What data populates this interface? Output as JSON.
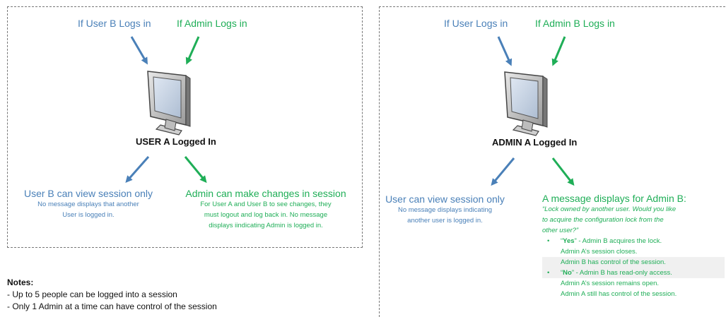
{
  "colors": {
    "blue": "#4a80b8",
    "green": "#1fae57",
    "border": "#777777"
  },
  "left_panel": {
    "top_blue": "If User B Logs in",
    "top_green": "If Admin Logs in",
    "computer_icon": "computer-monitor-icon",
    "center_label": "USER A Logged In",
    "bottom_blue_title": "User B can view session only",
    "bottom_blue_lines": [
      "No message displays that another",
      "User is logged in."
    ],
    "bottom_green_title": "Admin can make changes in session",
    "bottom_green_lines": [
      "For User A and User B to see changes, they",
      "must logout and log back in.  No message",
      "displays iindicating Admin is logged in."
    ]
  },
  "right_panel": {
    "top_blue": "If User Logs in",
    "top_green": "If Admin B Logs in",
    "computer_icon": "computer-monitor-icon",
    "center_label": "ADMIN A Logged In",
    "bottom_blue_title": "User can view session only",
    "bottom_blue_lines": [
      "No message displays indicating",
      "another user is logged in."
    ],
    "bottom_green_title": "A message displays for Admin B:",
    "message_lines": [
      "“Lock owned by another user.  Would you like",
      "to acquire the configuration lock from the",
      "other user?”"
    ],
    "bullets": [
      {
        "dot": "•",
        "quote_open": "“",
        "keyword": "Yes",
        "rest": "” - Admin B acquires the lock.",
        "lines": [
          "Admin A’s session closes.",
          "Admin B has control of the session."
        ]
      },
      {
        "dot": "•",
        "quote_open": "“",
        "keyword": "No",
        "rest": "” - Admin B has read-only access.",
        "lines": [
          "Admin A’s session remains open.",
          "Admin A still has control of the session."
        ]
      }
    ]
  },
  "notes": {
    "title": "Notes:",
    "lines": [
      "- Up to 5 people can be logged into a session",
      "- Only 1 Admin at a time can have control of the session"
    ]
  }
}
